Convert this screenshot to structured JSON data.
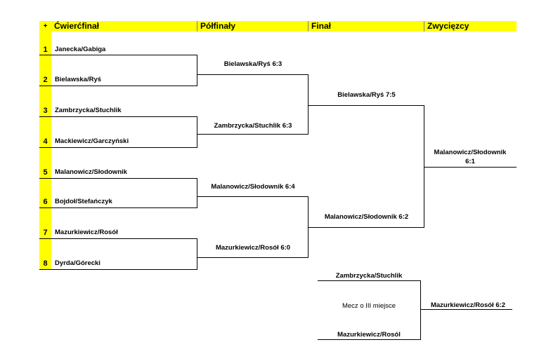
{
  "headers": {
    "corner": "+",
    "quarterfinal": "Ćwierćfinał",
    "semifinal": "Półfinały",
    "final": "Finał",
    "winner": "Zwycięzcy"
  },
  "quarterfinal": [
    {
      "seed": "1",
      "team": "Janecka/Gabiga"
    },
    {
      "seed": "2",
      "team": "Bielawska/Ryś"
    },
    {
      "seed": "3",
      "team": "Zambrzycka/Stuchlik"
    },
    {
      "seed": "4",
      "team": "Mackiewicz/Garczyński"
    },
    {
      "seed": "5",
      "team": "Malanowicz/Słodownik"
    },
    {
      "seed": "6",
      "team": "Bojdoł/Stefańczyk"
    },
    {
      "seed": "7",
      "team": "Mazurkiewicz/Rosół"
    },
    {
      "seed": "8",
      "team": "Dyrda/Górecki"
    }
  ],
  "semifinal": [
    "Bielawska/Ryś 6:3",
    "Zambrzycka/Stuchlik 6:3",
    "Malanowicz/Słodownik 6:4",
    "Mazurkiewicz/Rosół 6:0"
  ],
  "final": [
    "Bielawska/Ryś 7:5",
    "Malanowicz/Słodownik 6:2"
  ],
  "winner": {
    "line1": "Malanowicz/Słodownik",
    "line2": "6:1"
  },
  "third_place": {
    "team_top": "Zambrzycka/Stuchlik",
    "label": "Mecz o III miejsce",
    "team_bottom": "Mazurkiewicz/Rosól",
    "result": "Mazurkiewicz/Rosół 6:2"
  }
}
